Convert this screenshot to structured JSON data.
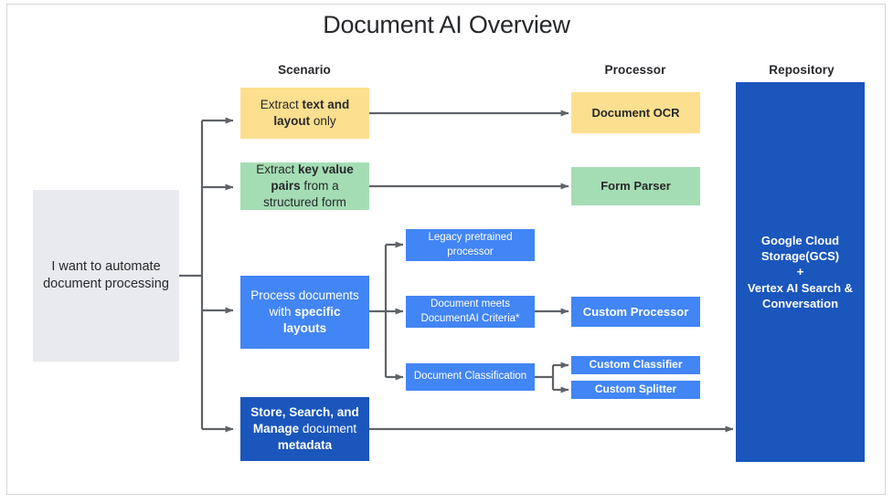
{
  "title": "Document AI Overview",
  "colors": {
    "grey": "#e8eaed",
    "yellow": "#fcdf8f",
    "green": "#a4ddb4",
    "blue": "#4285f4",
    "dark_blue": "#1a56bc",
    "connector": "#5f6368",
    "text_dark": "#26282b",
    "text_light": "#ffffff",
    "frame_border": "#d6d6d6",
    "page_background": "#ffffff"
  },
  "columns": {
    "scenario_header": "Scenario",
    "processor_header": "Processor",
    "repository_header": "Repository"
  },
  "entry": {
    "label": "I want to automate document processing"
  },
  "scenarios": [
    {
      "id": "extract-text-layout",
      "lines": [
        [
          {
            "t": "Extract ",
            "b": false
          },
          {
            "t": "text and",
            "b": true
          }
        ],
        [
          {
            "t": "layout",
            "b": true
          },
          {
            "t": " only",
            "b": false
          }
        ]
      ],
      "plain": "Extract text and layout only"
    },
    {
      "id": "extract-key-value",
      "lines": [
        [
          {
            "t": "Extract ",
            "b": false
          },
          {
            "t": "key value",
            "b": true
          }
        ],
        [
          {
            "t": "pairs",
            "b": true
          },
          {
            "t": " from a",
            "b": false
          }
        ],
        [
          {
            "t": "structured form",
            "b": false
          }
        ]
      ],
      "plain": "Extract key value pairs from a structured form"
    },
    {
      "id": "process-specific-layouts",
      "lines": [
        [
          {
            "t": "Process documents",
            "b": false
          }
        ],
        [
          {
            "t": "with ",
            "b": false
          },
          {
            "t": "specific layouts",
            "b": true
          }
        ]
      ],
      "plain": "Process documents with specific layouts"
    },
    {
      "id": "store-search-manage",
      "lines": [
        [
          {
            "t": "Store, Search, and",
            "b": true
          }
        ],
        [
          {
            "t": "Manage",
            "b": true
          },
          {
            "t": " document",
            "b": false
          }
        ],
        [
          {
            "t": "metadata",
            "b": true
          }
        ]
      ],
      "plain": "Store, Search, and Manage document metadata"
    }
  ],
  "criteria": [
    {
      "id": "legacy-pretrained-processor",
      "lines": [
        [
          {
            "t": "Legacy pretrained",
            "b": false
          }
        ],
        [
          {
            "t": "processor",
            "b": false
          }
        ]
      ],
      "plain": "Legacy pretrained processor"
    },
    {
      "id": "document-meets-criteria",
      "lines": [
        [
          {
            "t": "Document meets",
            "b": false
          }
        ],
        [
          {
            "t": "DocumentAI Criteria*",
            "b": false
          }
        ]
      ],
      "plain": "Document meets DocumentAI Criteria*"
    },
    {
      "id": "document-classification",
      "lines": [
        [
          {
            "t": "Document Classification",
            "b": false
          }
        ]
      ],
      "plain": "Document Classification"
    }
  ],
  "processors": [
    {
      "id": "document-ocr",
      "lines": [
        [
          {
            "t": "Document OCR",
            "b": true
          }
        ]
      ],
      "plain": "Document OCR"
    },
    {
      "id": "form-parser",
      "lines": [
        [
          {
            "t": "Form Parser",
            "b": true
          }
        ]
      ],
      "plain": "Form Parser"
    },
    {
      "id": "custom-processor",
      "lines": [
        [
          {
            "t": "Custom Processor",
            "b": true
          }
        ]
      ],
      "plain": "Custom Processor"
    },
    {
      "id": "custom-classifier",
      "lines": [
        [
          {
            "t": "Custom Classifier",
            "b": true
          }
        ]
      ],
      "plain": "Custom Classifier"
    },
    {
      "id": "custom-splitter",
      "lines": [
        [
          {
            "t": "Custom Splitter",
            "b": true
          }
        ]
      ],
      "plain": "Custom Splitter"
    }
  ],
  "repository": {
    "id": "repository-store",
    "lines": [
      [
        {
          "t": "Google Cloud",
          "b": true
        }
      ],
      [
        {
          "t": "Storage(GCS)",
          "b": true
        }
      ],
      [
        {
          "t": "+",
          "b": true
        }
      ],
      [
        {
          "t": "Vertex AI Search &",
          "b": true
        }
      ],
      [
        {
          "t": "Conversation",
          "b": true
        }
      ]
    ],
    "plain": "Google Cloud Storage(GCS) + Vertex AI Search & Conversation"
  }
}
